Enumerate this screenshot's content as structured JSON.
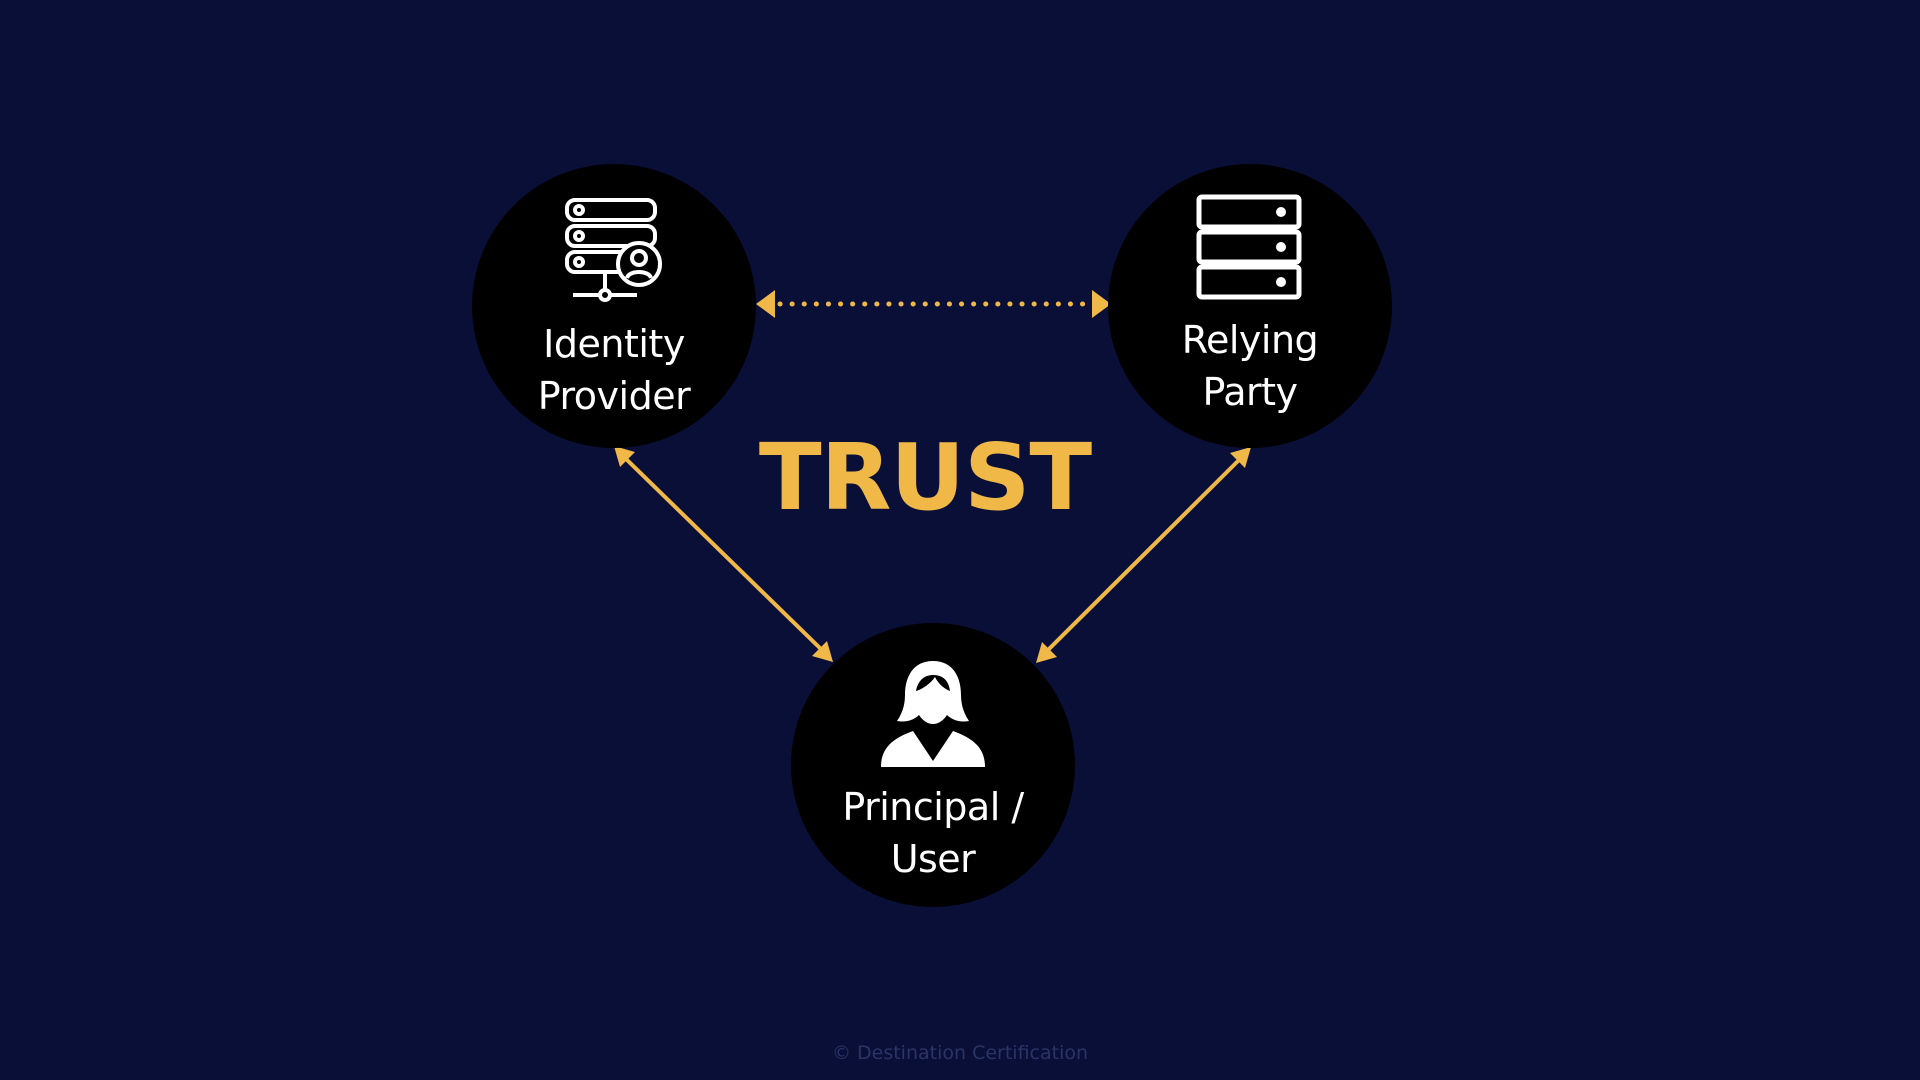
{
  "diagram": {
    "center_label": "TRUST",
    "accent_color": "#f0b847",
    "background_color": "#0a0f38",
    "node_color": "#000000",
    "nodes": {
      "identity_provider": {
        "icon": "server-user-icon",
        "label_line1": "Identity",
        "label_line2": "Provider"
      },
      "relying_party": {
        "icon": "server-rack-icon",
        "label_line1": "Relying",
        "label_line2": "Party"
      },
      "principal_user": {
        "icon": "woman-user-icon",
        "label_line1": "Principal /",
        "label_line2": "User"
      }
    },
    "connections": [
      {
        "from": "Identity Provider",
        "to": "Relying Party",
        "style": "dotted",
        "direction": "both"
      },
      {
        "from": "Identity Provider",
        "to": "Principal / User",
        "style": "solid",
        "direction": "both"
      },
      {
        "from": "Relying Party",
        "to": "Principal / User",
        "style": "solid",
        "direction": "both"
      }
    ]
  },
  "footer": {
    "copyright": "© Destination Certification"
  }
}
